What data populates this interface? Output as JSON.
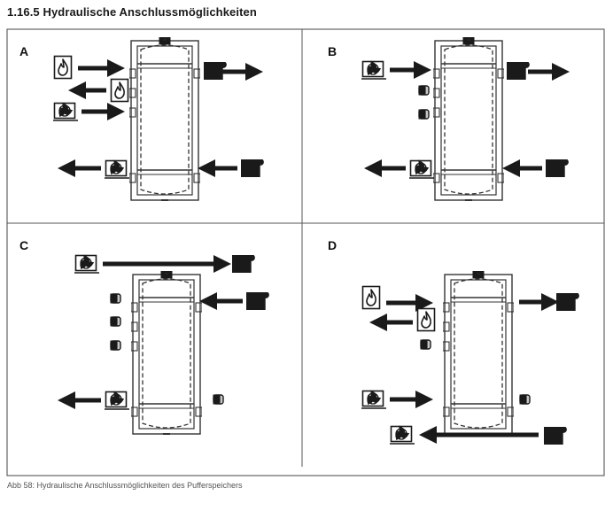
{
  "heading": "1.16.5  Hydraulische Anschlussmöglichkeiten",
  "caption": "Abb 58: Hydraulische Anschlussmöglichkeiten des Pufferspeichers",
  "quadrants": [
    {
      "label": "A"
    },
    {
      "label": "B"
    },
    {
      "label": "C"
    },
    {
      "label": "D"
    }
  ],
  "icons": {
    "boiler": "flame-icon",
    "heat_pump": "fan-icon",
    "radiator": "radiator-icon",
    "plug": "cap-plug-icon"
  },
  "colors": {
    "line": "#1a1a1a",
    "frame": "#333333",
    "border": "#555555",
    "plug_fill": "#bbbbbb"
  }
}
